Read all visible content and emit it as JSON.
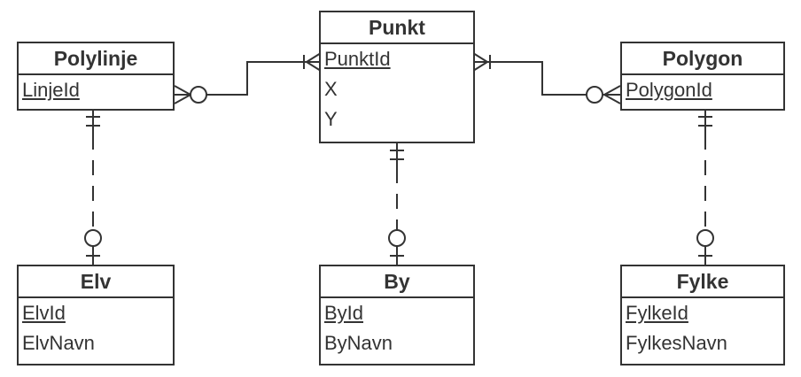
{
  "entities": {
    "polylinje": {
      "title": "Polylinje",
      "attributes": [
        "LinjeId"
      ]
    },
    "punkt": {
      "title": "Punkt",
      "attributes": [
        "PunktId",
        "X",
        "Y"
      ]
    },
    "polygon": {
      "title": "Polygon",
      "attributes": [
        "PolygonId"
      ]
    },
    "elv": {
      "title": "Elv",
      "attributes": [
        "ElvId",
        "ElvNavn"
      ]
    },
    "by": {
      "title": "By",
      "attributes": [
        "ById",
        "ByNavn"
      ]
    },
    "fylke": {
      "title": "Fylke",
      "attributes": [
        "FylkeId",
        "FylkesNavn"
      ]
    }
  },
  "colors": {
    "line": "#333333",
    "background": "#ffffff"
  }
}
